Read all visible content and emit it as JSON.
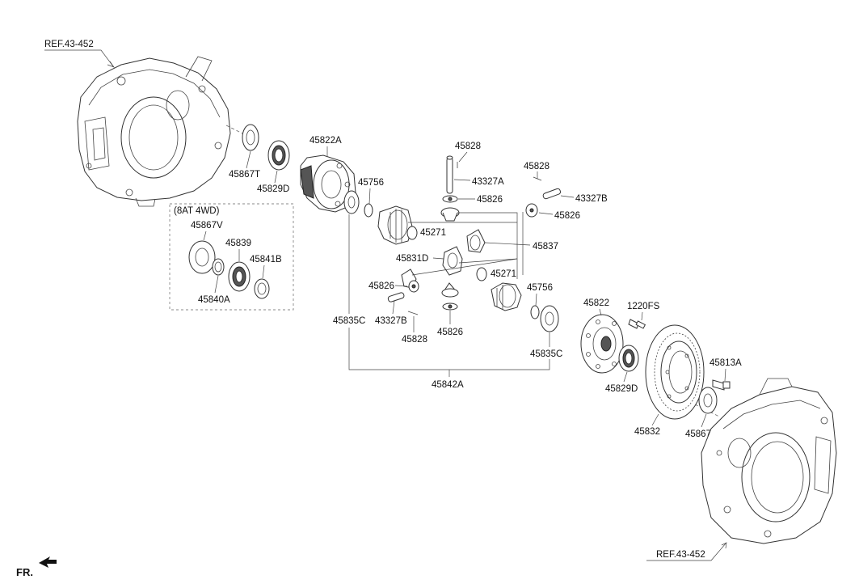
{
  "refs": {
    "top": "REF.43-452",
    "bottom": "REF.43-452"
  },
  "variant_label": "(8AT 4WD)",
  "direction_label": "FR.",
  "parts": {
    "p45867T_a": "45867T",
    "p45829D_a": "45829D",
    "p45822A": "45822A",
    "p45756_a": "45756",
    "p45828_a": "45828",
    "p43327A": "43327A",
    "p45826_a": "45826",
    "p45828_b": "45828",
    "p43327B_a": "43327B",
    "p45826_b": "45826",
    "p45271_a": "45271",
    "p45837": "45837",
    "p45831D": "45831D",
    "p45271_b": "45271",
    "p45826_c": "45826",
    "p45756_b": "45756",
    "p43327B_b": "43327B",
    "p45828_c": "45828",
    "p45826_d": "45826",
    "p45835C_a": "45835C",
    "p45835C_b": "45835C",
    "p45842A": "45842A",
    "p45867V": "45867V",
    "p45839": "45839",
    "p45841B": "45841B",
    "p45840A": "45840A",
    "p45822": "45822",
    "p1220FS": "1220FS",
    "p45829D_b": "45829D",
    "p45813A": "45813A",
    "p45832": "45832",
    "p45867T_b": "45867T"
  },
  "icons": [
    "front-arrow-icon"
  ]
}
